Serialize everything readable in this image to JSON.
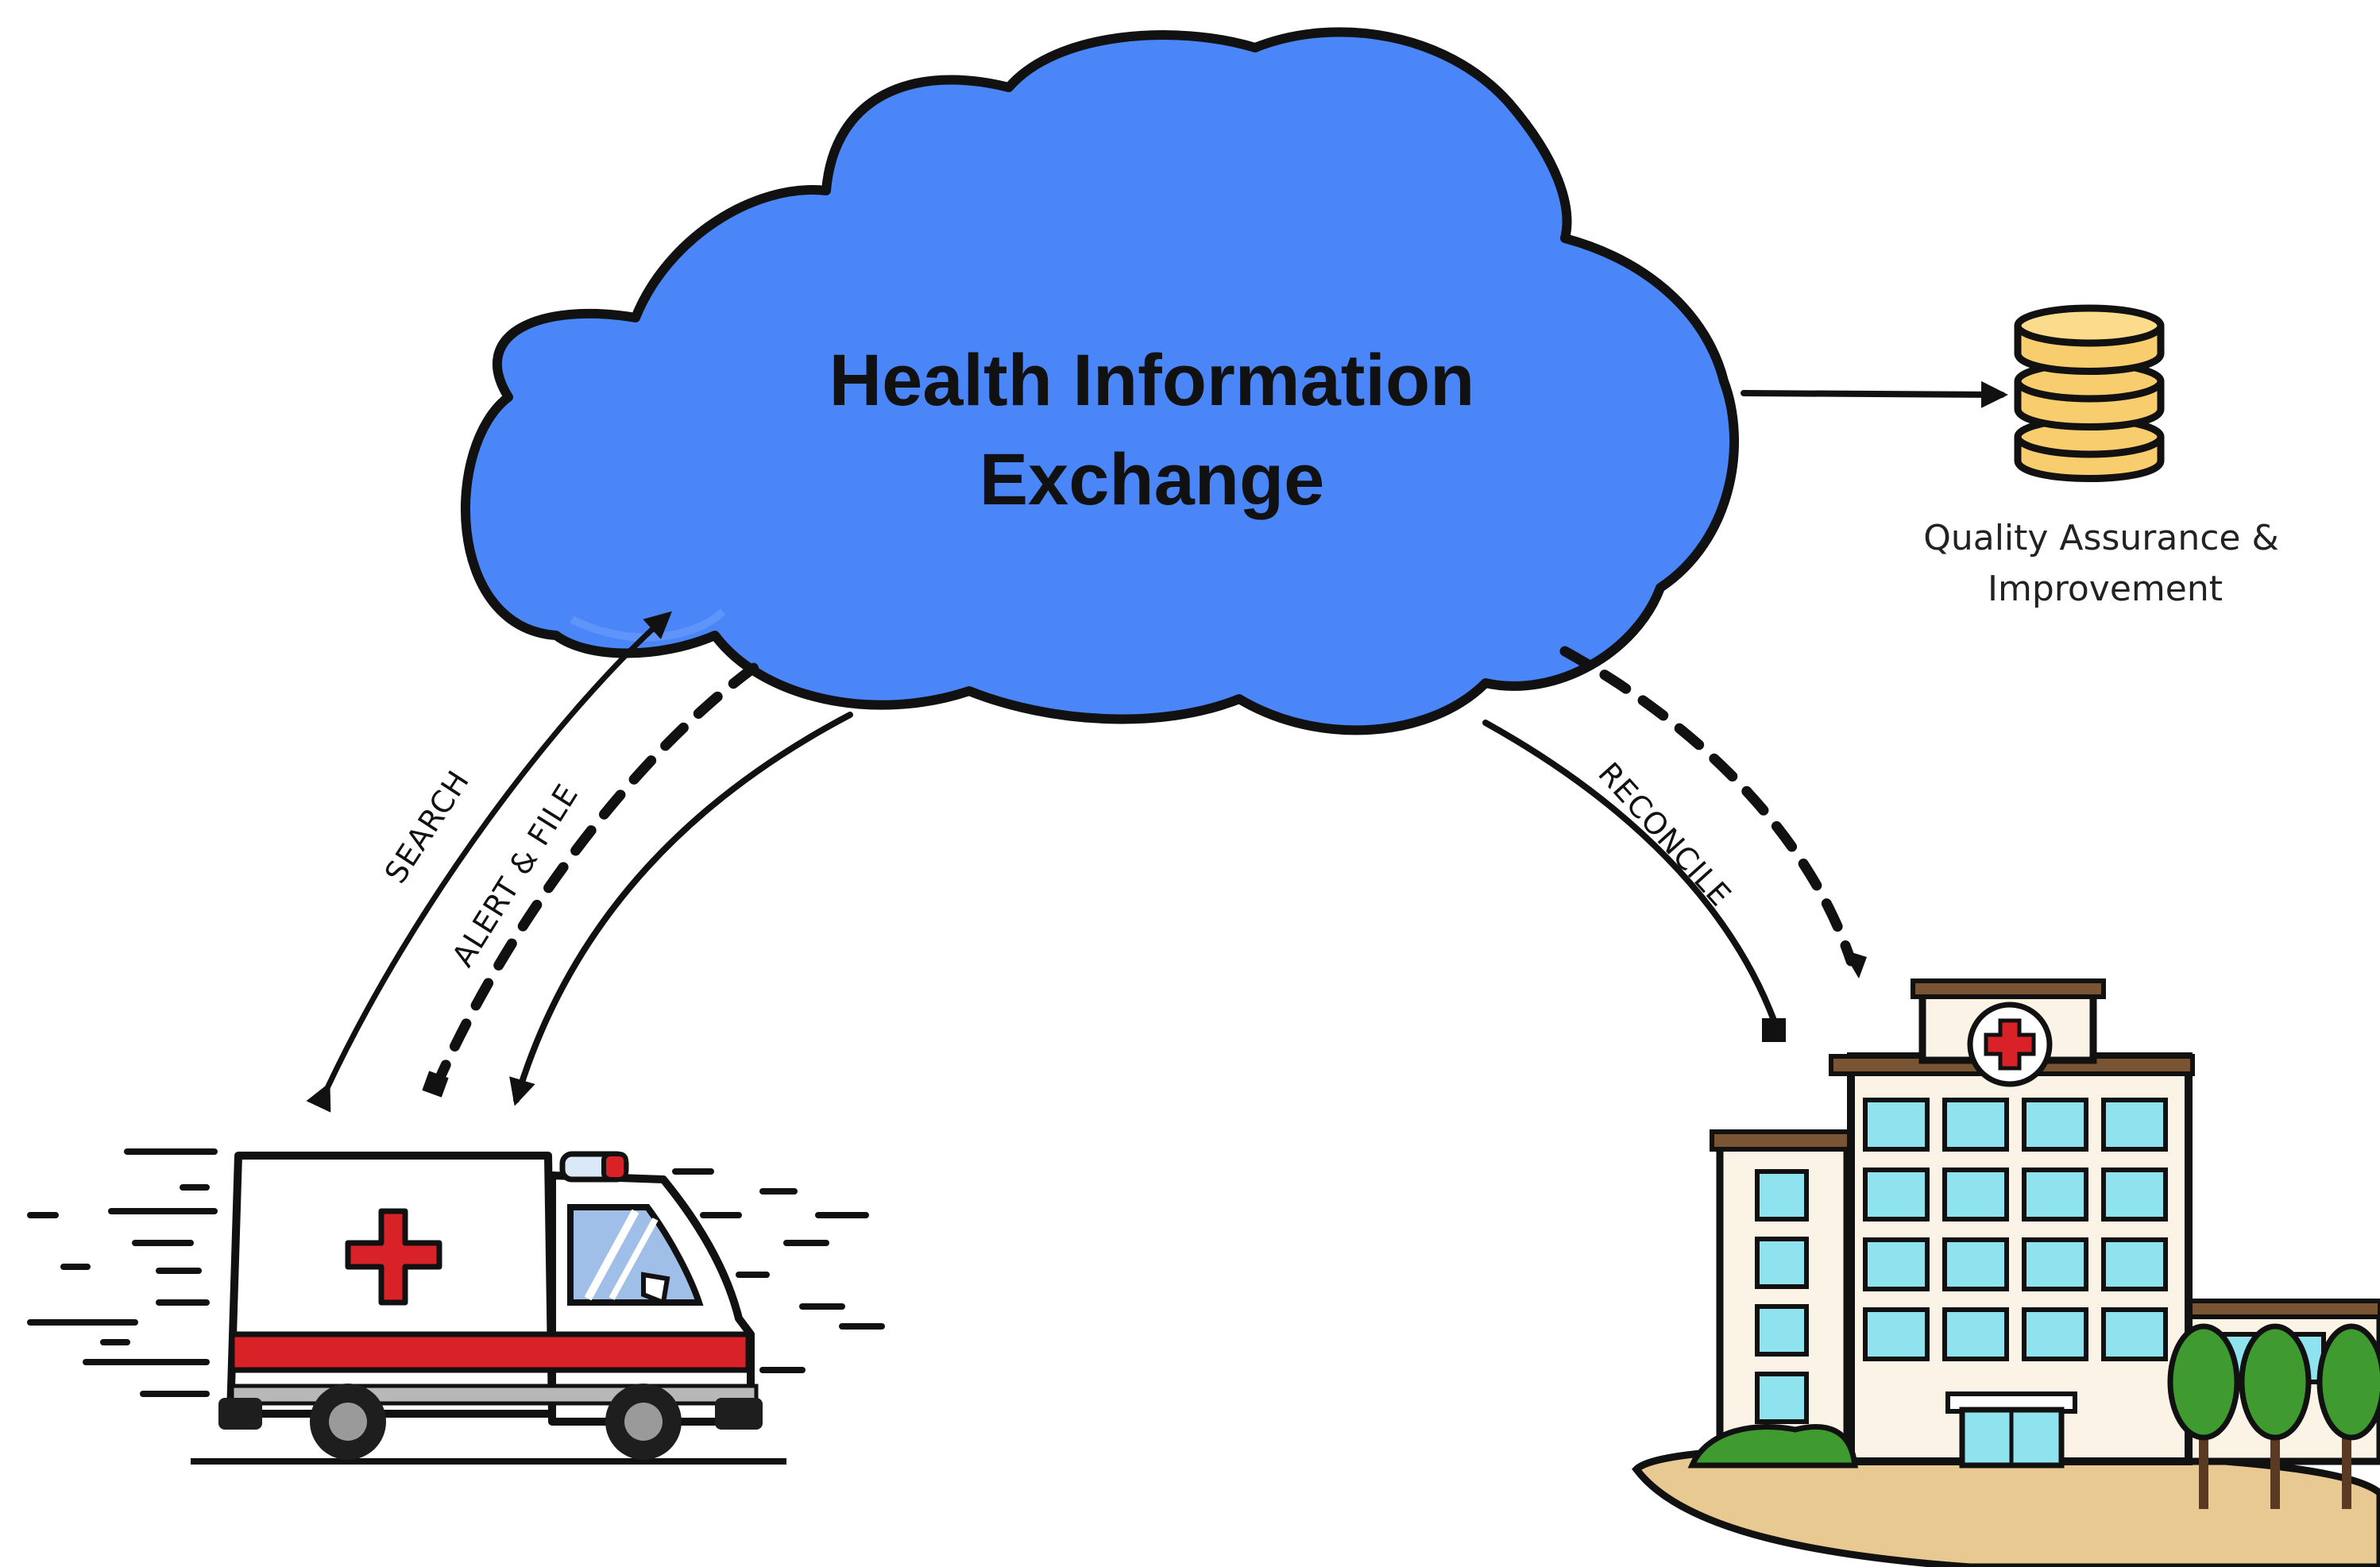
{
  "cloud": {
    "title_line1": "Health Information",
    "title_line2": "Exchange"
  },
  "database": {
    "caption_line1": "Quality Assurance &",
    "caption_line2": "Improvement"
  },
  "arrows": {
    "search": "SEARCH",
    "alert_file": "ALERT & FILE",
    "reconcile": "RECONCILE"
  },
  "colors": {
    "cloud": "#4a86f7",
    "cross": "#d92128",
    "stripe": "#d92128",
    "window": "#8ee3ef",
    "database": "#f7cd6e",
    "tree": "#3f9a2f",
    "ground": "#e8c992",
    "building": "#fbf4e6"
  },
  "icons": {
    "cloud": "cloud-icon",
    "database": "database-icon",
    "ambulance": "ambulance-icon",
    "hospital": "hospital-icon"
  }
}
